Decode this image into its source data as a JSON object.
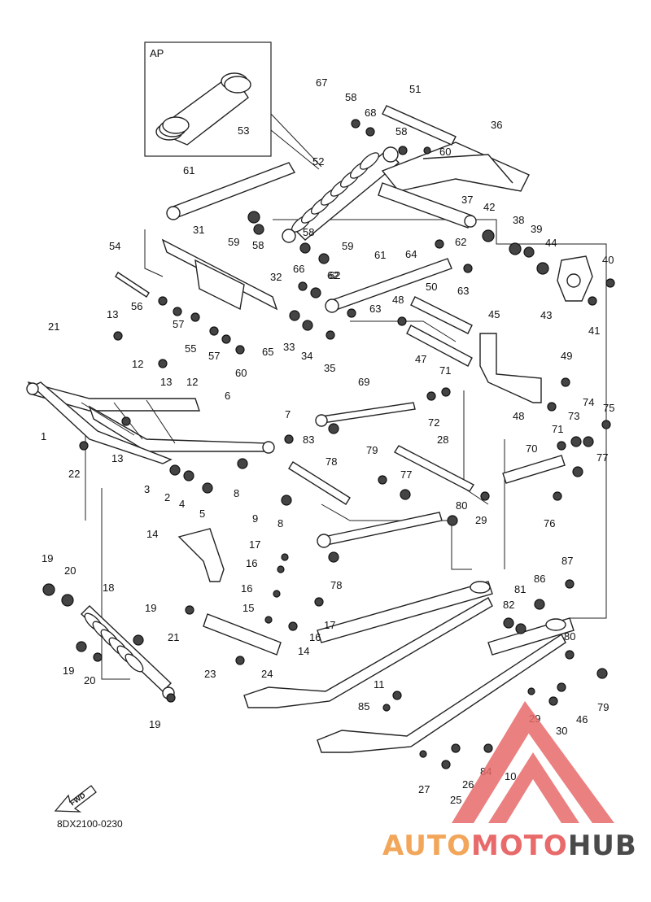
{
  "inset": {
    "label": "AP",
    "callout": "53"
  },
  "diagram_code": "8DX2100-0230",
  "fwd_label": "FWD",
  "watermark": {
    "part1": "AUTO",
    "part2": "MOTO",
    "part3": "HUB",
    "colors": [
      "#f2a65a",
      "#e86a6a",
      "#4a4a4a"
    ]
  },
  "callouts": [
    "67",
    "58",
    "68",
    "51",
    "58",
    "60",
    "36",
    "52",
    "61",
    "37",
    "42",
    "38",
    "39",
    "44",
    "40",
    "43",
    "41",
    "59",
    "58",
    "58",
    "59",
    "62",
    "64",
    "62",
    "54",
    "31",
    "66",
    "62",
    "61",
    "63",
    "63",
    "32",
    "56",
    "57",
    "55",
    "57",
    "65",
    "33",
    "34",
    "35",
    "60",
    "50",
    "48",
    "45",
    "49",
    "21",
    "13",
    "12",
    "13",
    "12",
    "47",
    "71",
    "1",
    "6",
    "69",
    "72",
    "48",
    "73",
    "74",
    "75",
    "71",
    "7",
    "78",
    "83",
    "28",
    "70",
    "77",
    "22",
    "13",
    "79",
    "77",
    "3",
    "2",
    "4",
    "5",
    "8",
    "9",
    "8",
    "80",
    "29",
    "76",
    "14",
    "17",
    "16",
    "78",
    "19",
    "20",
    "18",
    "16",
    "87",
    "86",
    "15",
    "17",
    "81",
    "82",
    "19",
    "21",
    "16",
    "14",
    "80",
    "23",
    "24",
    "19",
    "20",
    "11",
    "85",
    "79",
    "46",
    "29",
    "30",
    "19",
    "84",
    "10",
    "27",
    "26",
    "25"
  ]
}
